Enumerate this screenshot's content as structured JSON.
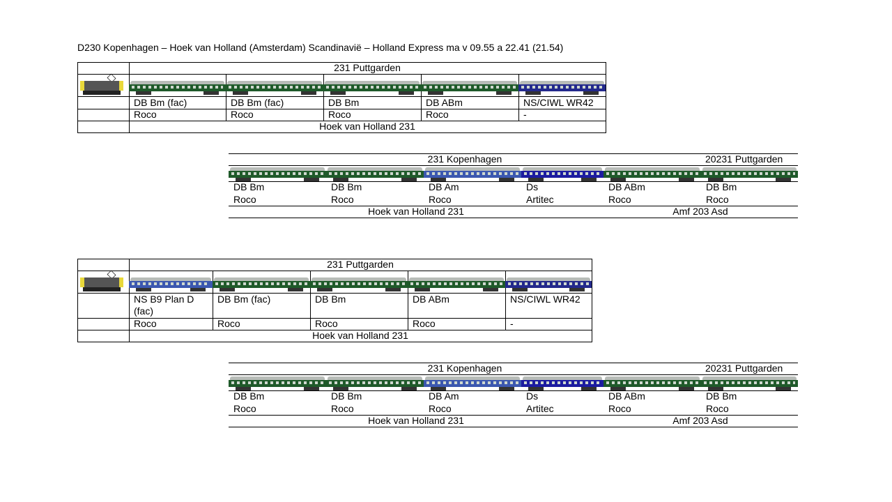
{
  "title": "D230 Kopenhagen – Hoek van Holland (Amsterdam) Scandinavië – Holland Express ma v 09.55 a 22.41 (21.54)",
  "colors": {
    "green": "#1f5a2a",
    "blue": "#3c58b0",
    "ds": "#1c1ca0",
    "wr": "#23298c"
  },
  "block1": {
    "header": "231 Puttgarden",
    "footer": "Hoek van Holland 231",
    "loco": "electric-locomotive-1100",
    "coaches": [
      {
        "type": "DB Bm (fac)",
        "maker": "Roco",
        "color": "green"
      },
      {
        "type": "DB Bm (fac)",
        "maker": "Roco",
        "color": "green"
      },
      {
        "type": "DB Bm",
        "maker": "Roco",
        "color": "green"
      },
      {
        "type": "DB ABm",
        "maker": "Roco",
        "color": "green"
      },
      {
        "type": "NS/CIWL WR42",
        "maker": "-",
        "color": "wr"
      }
    ]
  },
  "block2": {
    "header_left": "231 Kopenhagen",
    "header_right": "20231 Puttgarden",
    "footer_left": "Hoek van Holland 231",
    "footer_right": "Amf 203 Asd",
    "coaches": [
      {
        "type": "DB Bm",
        "maker": "Roco",
        "color": "green"
      },
      {
        "type": "DB Bm",
        "maker": "Roco",
        "color": "green"
      },
      {
        "type": "DB Am",
        "maker": "Roco",
        "color": "blue"
      },
      {
        "type": "Ds",
        "maker": "Artitec",
        "color": "ds"
      },
      {
        "type": "DB ABm",
        "maker": "Roco",
        "color": "green"
      },
      {
        "type": "DB Bm",
        "maker": "Roco",
        "color": "green"
      }
    ]
  },
  "block3": {
    "header": "231 Puttgarden",
    "footer": "Hoek van Holland 231",
    "loco": "electric-locomotive-1100",
    "coaches": [
      {
        "type": "NS B9 Plan D (fac)",
        "maker": "Roco",
        "color": "blue"
      },
      {
        "type": "DB Bm (fac)",
        "maker": "Roco",
        "color": "green"
      },
      {
        "type": "DB Bm",
        "maker": "Roco",
        "color": "green"
      },
      {
        "type": "DB ABm",
        "maker": "Roco",
        "color": "green"
      },
      {
        "type": "NS/CIWL WR42",
        "maker": "-",
        "color": "wr"
      }
    ]
  },
  "block4": {
    "header_left": "231 Kopenhagen",
    "header_right": "20231 Puttgarden",
    "footer_left": "Hoek van Holland 231",
    "footer_right": "Amf 203 Asd",
    "coaches": [
      {
        "type": "DB Bm",
        "maker": "Roco",
        "color": "green"
      },
      {
        "type": "DB Bm",
        "maker": "Roco",
        "color": "green"
      },
      {
        "type": "DB Am",
        "maker": "Roco",
        "color": "blue"
      },
      {
        "type": "Ds",
        "maker": "Artitec",
        "color": "ds"
      },
      {
        "type": "DB ABm",
        "maker": "Roco",
        "color": "green"
      },
      {
        "type": "DB Bm",
        "maker": "Roco",
        "color": "green"
      }
    ]
  }
}
